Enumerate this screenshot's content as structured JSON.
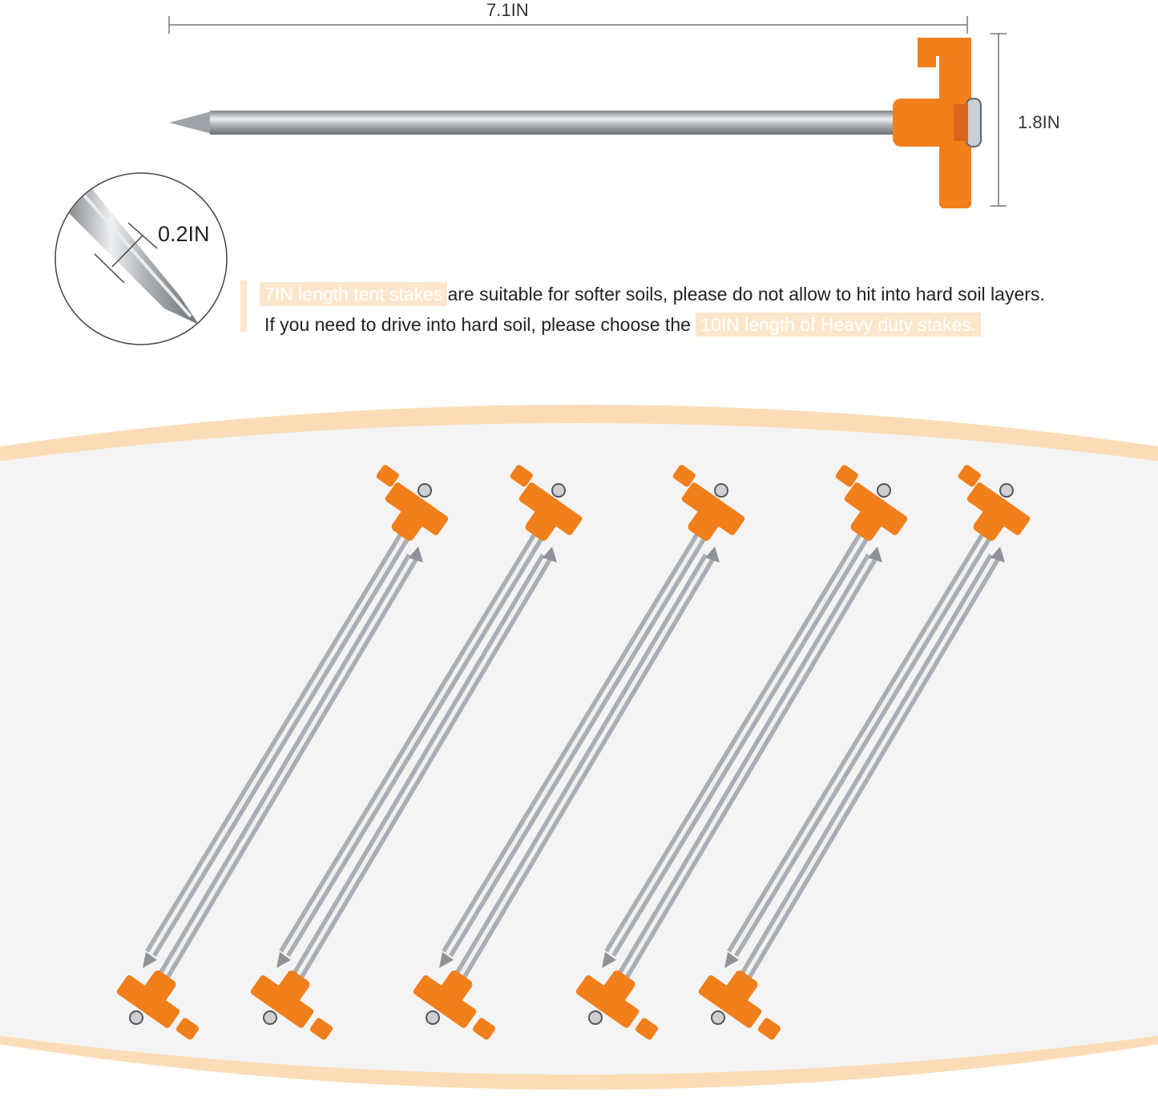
{
  "dimensions": {
    "length": "7.1IN",
    "height": "1.8IN",
    "diameter": "0.2IN"
  },
  "description": {
    "line1_highlight": "7IN length tent stakes",
    "line1_text": "are suitable for softer soils, please do not allow to hit into hard soil layers.",
    "line2_text": "If you need to drive into hard soil, please choose the",
    "line2_highlight": "10IN length of Heavy duty stakes."
  },
  "colors": {
    "orange": "#f07f1c",
    "steel": "#b9bec3",
    "highlight": "#fde7cc",
    "band": "#fcdcb6",
    "panel": "#f4f4f4"
  }
}
